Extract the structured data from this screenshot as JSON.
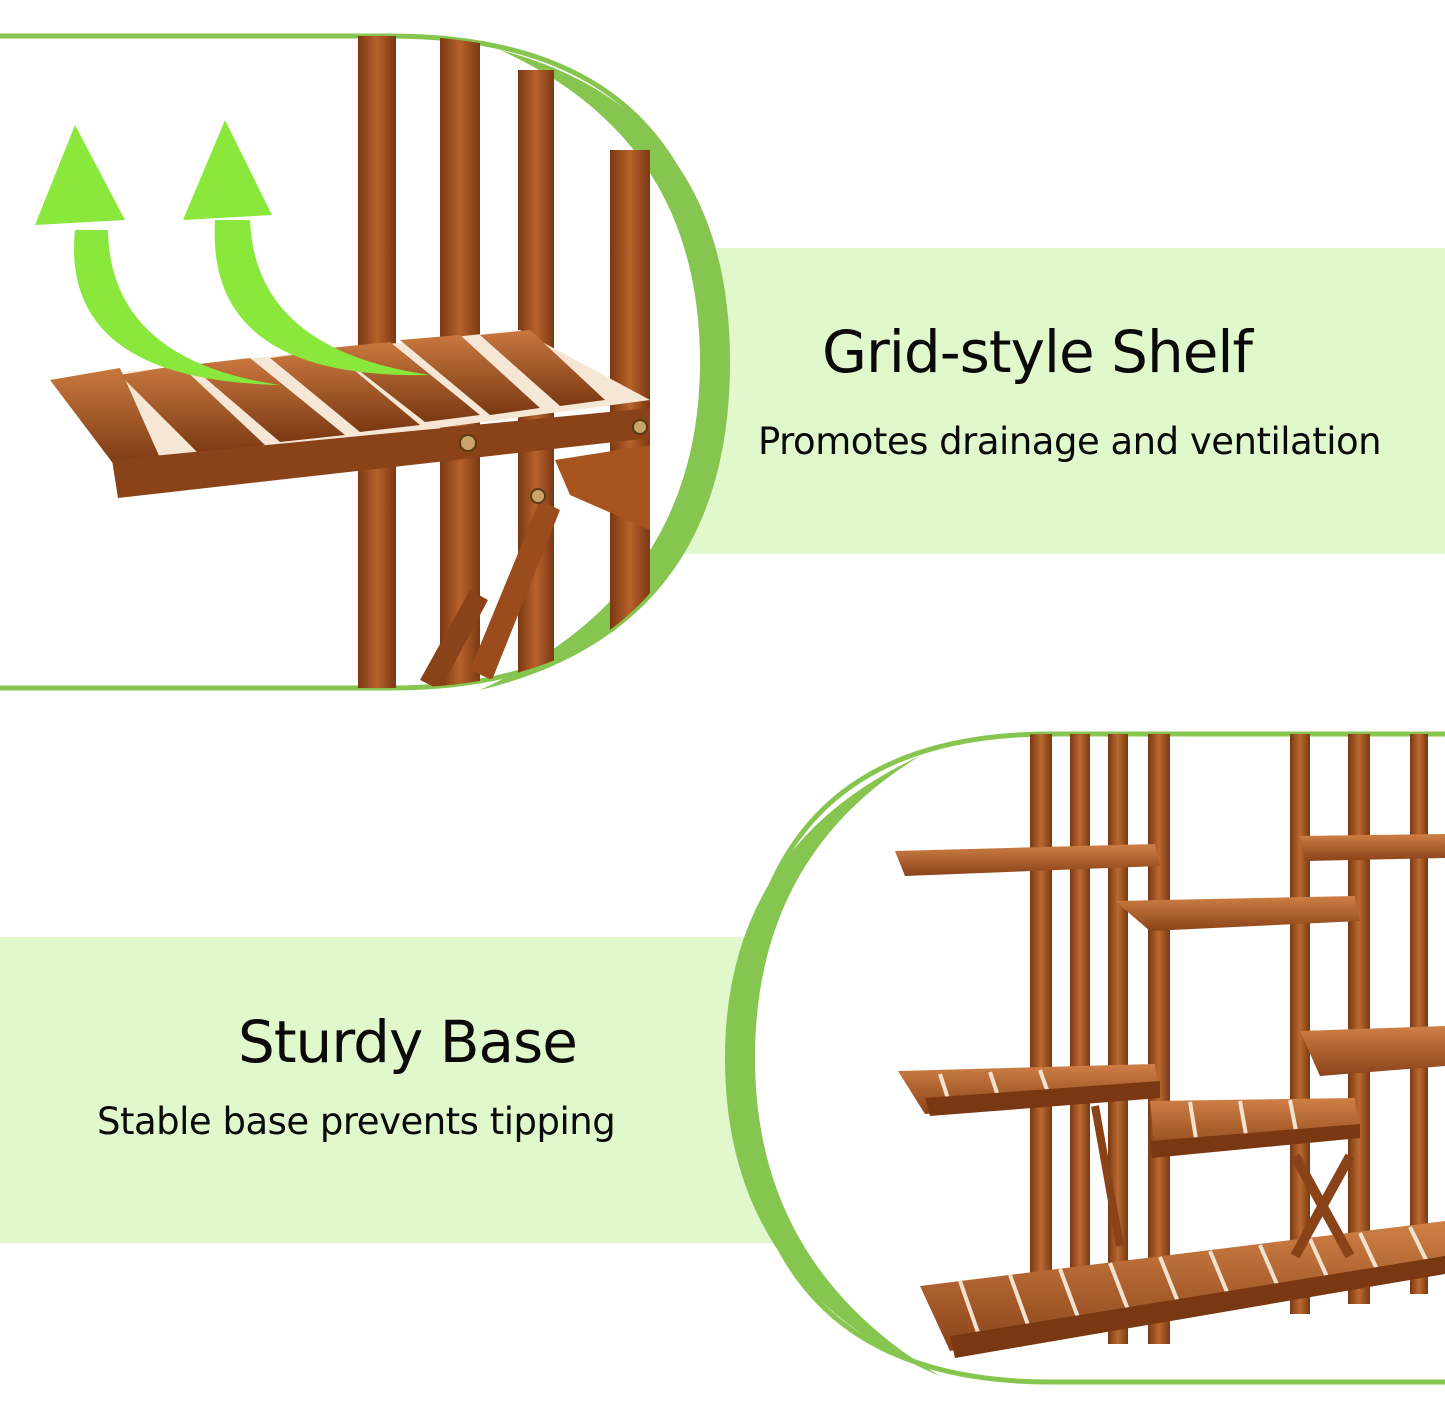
{
  "features": [
    {
      "title": "Grid-style Shelf",
      "subtitle": "Promotes drainage and ventilation"
    },
    {
      "title": "Sturdy Base",
      "subtitle": "Stable base prevents tipping"
    }
  ],
  "colors": {
    "accent_green": "#86c54f",
    "band_green": "#e0f8cc",
    "arrow_green": "#8ae83c",
    "wood": "#a8541f",
    "wood_dark": "#6d3210",
    "wood_light": "#d0824a"
  },
  "icons": [
    "airflow-arrow-icon",
    "airflow-arrow-icon"
  ]
}
